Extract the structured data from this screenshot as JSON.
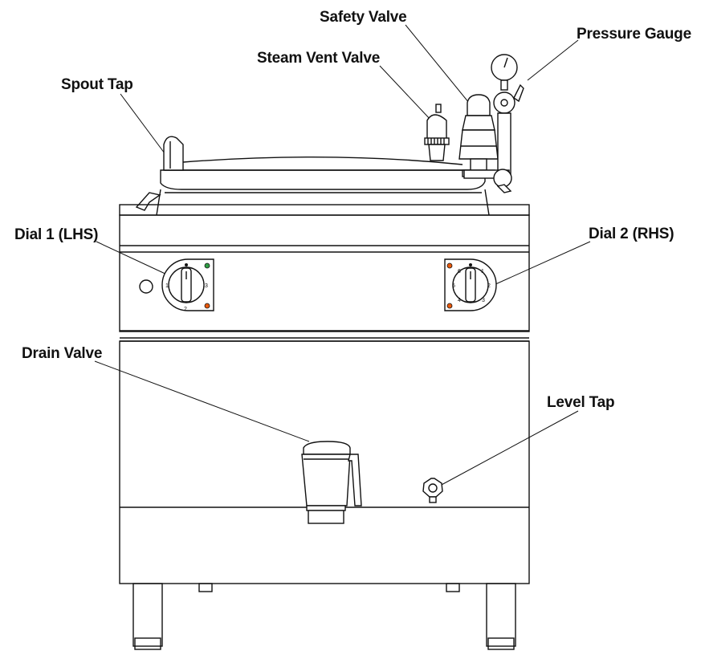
{
  "labels": {
    "safety_valve": "Safety Valve",
    "pressure_gauge": "Pressure Gauge",
    "steam_vent_valve": "Steam Vent Valve",
    "spout_tap": "Spout Tap",
    "dial_1": "Dial 1 (LHS)",
    "dial_2": "Dial 2 (RHS)",
    "drain_valve": "Drain Valve",
    "level_tap": "Level Tap"
  },
  "dial_1_marks": [
    "1",
    "2",
    "3"
  ],
  "dial_2_marks": [
    "1",
    "2",
    "3",
    "4",
    "5",
    "6"
  ],
  "colors": {
    "line": "#111111",
    "indicator_green": "#2f9e44",
    "indicator_orange": "#e8590c"
  }
}
